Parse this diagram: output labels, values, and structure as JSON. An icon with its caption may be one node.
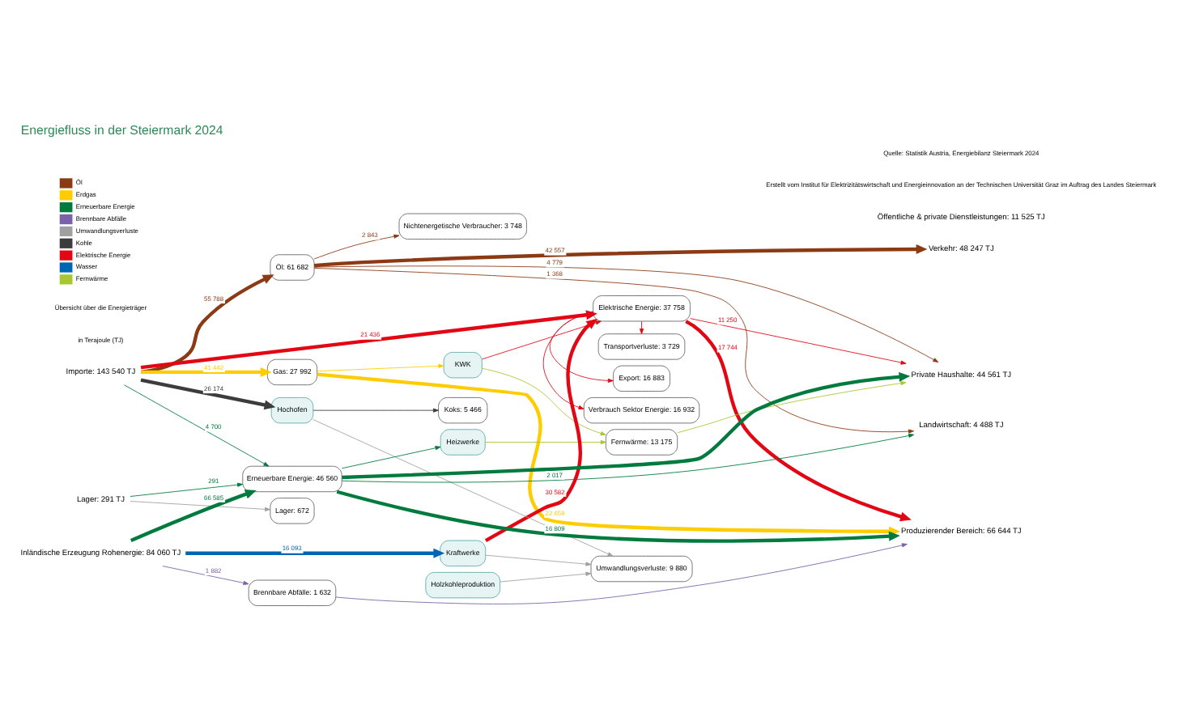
{
  "diagram": {
    "title": "Energiefluss in der Steiermark 2024",
    "nodes": [
      {
        "text": [
          "Importe: 143 540 TJ"
        ]
      },
      {
        "text": [
          "Lager: 291 TJ"
        ]
      },
      {
        "text": [
          "Inländische Erzeugung Rohenergie: 84 060 TJ"
        ]
      },
      {
        "text": [
          "Öl: 61 682"
        ]
      },
      {
        "text": [
          "Nichtenergetische Verbraucher: 3 748"
        ]
      },
      {
        "text": [
          "Export: 16 883"
        ]
      },
      {
        "text": [
          "Transportverluste: 3 729"
        ]
      },
      {
        "text": [
          "Verbrauch Sektor Energie: 16 932"
        ]
      },
      {
        "text": [
          "Koks: 5 466"
        ]
      },
      {
        "text": [
          "Gas: 27 992"
        ]
      },
      {
        "text": [
          "Elektrische Energie: 37 758"
        ]
      },
      {
        "text": [
          "KWK"
        ]
      },
      {
        "text": [
          "Heizwerke"
        ]
      },
      {
        "text": [
          "Kraftwerke"
        ]
      },
      {
        "text": [
          "Hochofen"
        ]
      },
      {
        "text": [
          "Holzkohleproduktion"
        ]
      },
      {
        "text": [
          "Fernwärme: 13 175"
        ]
      },
      {
        "text": [
          "Umwandlungsverluste: 9 880"
        ]
      },
      {
        "text": [
          "Erneuerbare Energie: 46 560"
        ]
      },
      {
        "text": [
          "Brennbare Abfälle: 1 632"
        ]
      },
      {
        "text": [
          "Lager: 672"
        ]
      },
      {
        "text": [
          "Produzierender Bereich: 66 644 TJ"
        ]
      },
      {
        "text": [
          "Verkehr: 48 247 TJ"
        ]
      },
      {
        "text": [
          "Öffentliche & private Dienstleistungen: 11 525 TJ"
        ]
      },
      {
        "text": [
          "Private Haushalte: 44 561 TJ"
        ]
      },
      {
        "text": [
          "Landwirtschaft: 4 488 TJ"
        ]
      }
    ],
    "edges": [
      {
        "from": 0,
        "to": 3,
        "arrow": "to",
        "label": "55 788",
        "style": "thick",
        "color": "#8b3a14"
      },
      {
        "from": 0,
        "to": 14,
        "arrow": "to",
        "label": "26 174",
        "style": "thick",
        "color": "#3c3c3c"
      },
      {
        "from": 0,
        "to": 9,
        "arrow": "to",
        "label": "41 442",
        "style": "thick",
        "color": "#ffcc00"
      },
      {
        "from": 0,
        "to": 10,
        "arrow": "to",
        "label": "21 436",
        "style": "thick",
        "color": "#e30613"
      },
      {
        "from": 0,
        "to": 18,
        "arrow": "to",
        "label": "4 700",
        "color": "#007a3d"
      },
      {
        "from": 1,
        "to": 18,
        "arrow": "to",
        "label": "291",
        "color": "#007a3d"
      },
      {
        "from": 2,
        "to": 18,
        "arrow": "to",
        "label": "66 585",
        "style": "thick",
        "color": "#007a3d"
      },
      {
        "from": 2,
        "to": 13,
        "arrow": "to",
        "label": "16 093",
        "style": "thick",
        "color": "#0066b3"
      },
      {
        "from": 2,
        "to": 19,
        "arrow": "to",
        "label": "1 882",
        "color": "#7b61a8"
      },
      {
        "from": 3,
        "to": 4,
        "arrow": "to",
        "label": "2 843",
        "color": "#8b3a14"
      },
      {
        "from": 3,
        "to": 22,
        "arrow": "to",
        "label": "42 557",
        "style": "thick",
        "color": "#8b3a14"
      },
      {
        "from": 3,
        "to": 24,
        "arrow": "to",
        "label": "4 779",
        "color": "#8b3a14"
      },
      {
        "from": 3,
        "to": 25,
        "arrow": "to",
        "label": "1 368",
        "color": "#8b3a14"
      },
      {
        "from": 14,
        "to": 8,
        "arrow": "to",
        "color": "#3c3c3c"
      },
      {
        "from": 14,
        "to": 17,
        "arrow": "to",
        "color": "#a0a0a0"
      },
      {
        "from": 9,
        "to": 11,
        "arrow": "to",
        "color": "#ffcc00"
      },
      {
        "from": 9,
        "to": 21,
        "arrow": "to",
        "label": "22 659",
        "style": "thick",
        "color": "#ffcc00"
      },
      {
        "from": 11,
        "to": 10,
        "arrow": "to",
        "color": "#e30613"
      },
      {
        "from": 11,
        "to": 16,
        "arrow": "to",
        "color": "#a8c630"
      },
      {
        "from": 12,
        "to": 16,
        "arrow": "to",
        "color": "#a8c630"
      },
      {
        "from": 13,
        "to": 10,
        "arrow": "to",
        "label": "30 582",
        "style": "thick",
        "color": "#e30613"
      },
      {
        "from": 13,
        "to": 17,
        "arrow": "to",
        "color": "#a0a0a0"
      },
      {
        "from": 15,
        "to": 17,
        "arrow": "to",
        "color": "#a0a0a0"
      },
      {
        "from": 10,
        "to": 5,
        "arrow": "to",
        "color": "#e30613"
      },
      {
        "from": 10,
        "to": 6,
        "arrow": "to",
        "color": "#e30613"
      },
      {
        "from": 10,
        "to": 7,
        "arrow": "to",
        "color": "#e30613"
      },
      {
        "from": 10,
        "to": 21,
        "arrow": "to",
        "label": "17 744",
        "style": "thick",
        "color": "#e30613"
      },
      {
        "from": 10,
        "to": 24,
        "arrow": "to",
        "label": "11 250",
        "color": "#e30613"
      },
      {
        "from": 16,
        "to": 24,
        "arrow": "to",
        "color": "#a8c630"
      },
      {
        "from": 18,
        "to": 12,
        "arrow": "to",
        "color": "#007a3d"
      },
      {
        "from": 18,
        "to": 21,
        "arrow": "to",
        "label": "16 809",
        "style": "thick",
        "color": "#007a3d"
      },
      {
        "from": 18,
        "to": 24,
        "arrow": "to",
        "style": "thick",
        "color": "#007a3d"
      },
      {
        "from": 18,
        "to": 25,
        "arrow": "to",
        "label": "2 017",
        "color": "#007a3d"
      },
      {
        "from": 19,
        "to": 21,
        "arrow": "to",
        "color": "#7b61a8"
      },
      {
        "from": 1,
        "to": 20,
        "arrow": "to",
        "color": "#a0a0a0"
      }
    ],
    "labels": [
      "in Terajoule (TJ)",
      "Übersicht über die Energieträger",
      "Erstellt vom Institut für Elektrizitätswirtschaft und Energieinnovation an der Technischen Universität Graz im Auftrag des Landes Steiermark",
      "Quelle: Statistik Austria, Energiebilanz Steiermark 2024"
    ],
    "legend": [
      {
        "text": "Öl",
        "color": "#8b3a14"
      },
      {
        "text": "Erdgas",
        "color": "#ffcc00"
      },
      {
        "text": "Erneuerbare Energie",
        "color": "#007a3d"
      },
      {
        "text": "Brennbare Abfälle",
        "color": "#7b61a8"
      },
      {
        "text": "Umwandlungsverluste",
        "color": "#a0a0a0"
      },
      {
        "text": "Kohle",
        "color": "#3c3c3c"
      },
      {
        "text": "Elektrische Energie",
        "color": "#e30613"
      },
      {
        "text": "Wasser",
        "color": "#0066b3"
      },
      {
        "text": "Fernwärme",
        "color": "#a8c630"
      }
    ]
  }
}
